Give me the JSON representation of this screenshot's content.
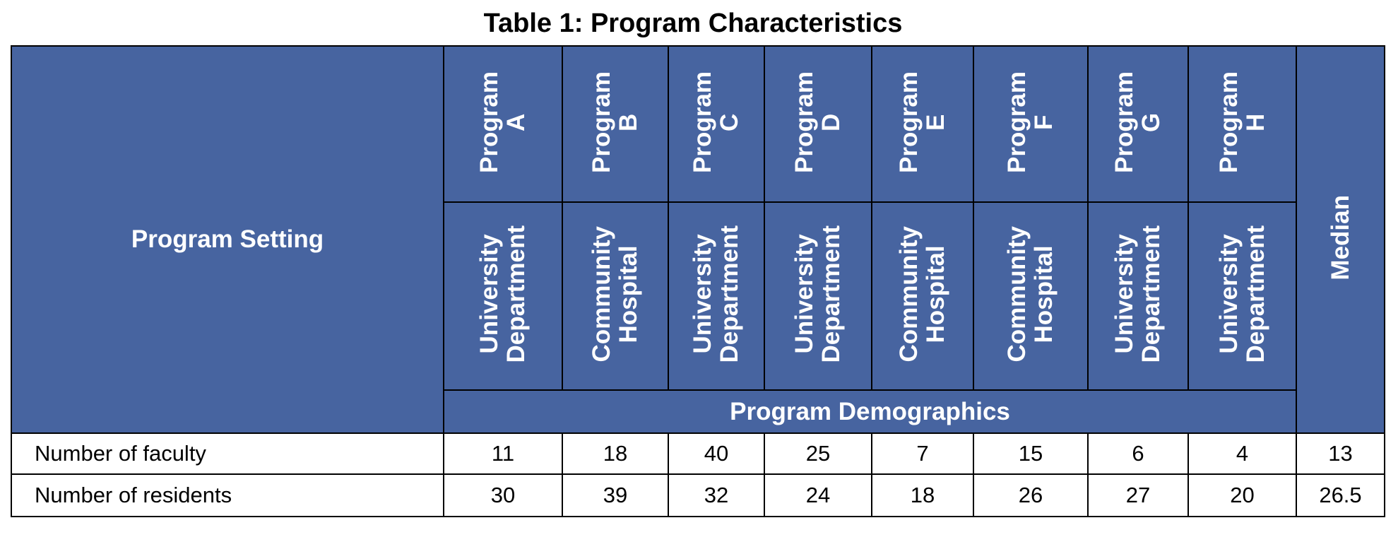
{
  "title": "Table 1: Program Characteristics",
  "row_header": "Program Setting",
  "programs": [
    {
      "line1": "Program",
      "line2": "A",
      "setting1": "University",
      "setting2": "Department"
    },
    {
      "line1": "Program",
      "line2": "B",
      "setting1": "Community",
      "setting2": "Hospital"
    },
    {
      "line1": "Program",
      "line2": "C",
      "setting1": "University",
      "setting2": "Department"
    },
    {
      "line1": "Program",
      "line2": "D",
      "setting1": "University",
      "setting2": "Department"
    },
    {
      "line1": "Program",
      "line2": "E",
      "setting1": "Community",
      "setting2": "Hospital"
    },
    {
      "line1": "Program",
      "line2": "F",
      "setting1": "Community",
      "setting2": "Hospital"
    },
    {
      "line1": "Program",
      "line2": "G",
      "setting1": "University",
      "setting2": "Department"
    },
    {
      "line1": "Program",
      "line2": "H",
      "setting1": "University",
      "setting2": "Department"
    }
  ],
  "median_header": "Median",
  "section_label": "Program Demographics",
  "rows": [
    {
      "label": "Number of faculty",
      "values": [
        "11",
        "18",
        "40",
        "25",
        "7",
        "15",
        "6",
        "4"
      ],
      "median": "13"
    },
    {
      "label": "Number of residents",
      "values": [
        "30",
        "39",
        "32",
        "24",
        "18",
        "26",
        "27",
        "20"
      ],
      "median": "26.5"
    }
  ],
  "colors": {
    "header_fill": "#4764a0",
    "header_text": "#ffffff",
    "border": "#000000"
  }
}
